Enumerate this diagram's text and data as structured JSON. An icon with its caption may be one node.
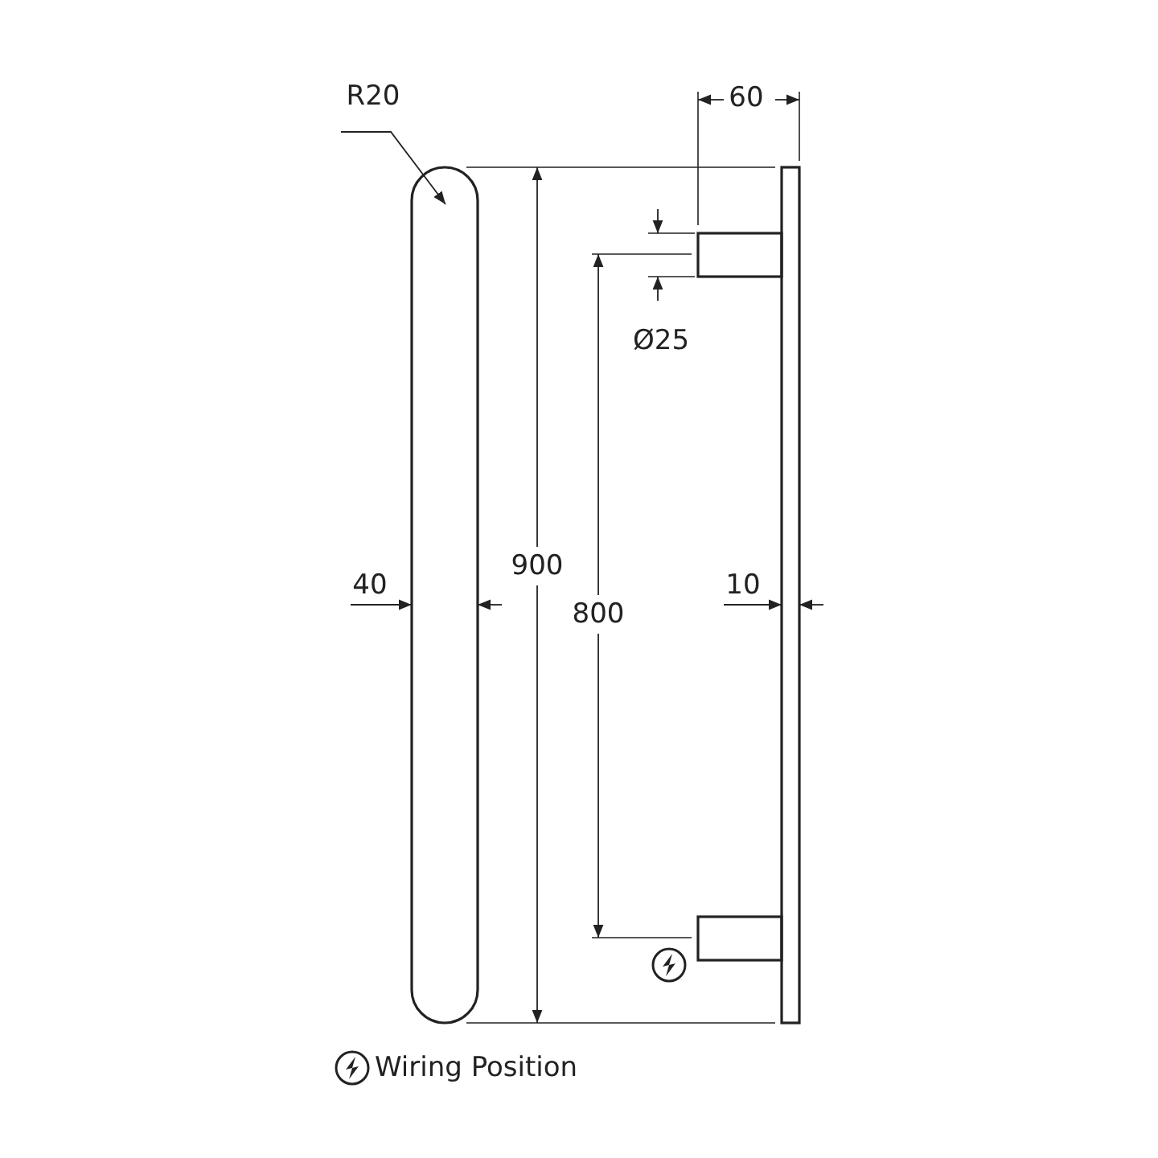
{
  "diagram": {
    "labels": [
      "R20",
      "60",
      "Ø25",
      "40",
      "900",
      "800",
      "10"
    ],
    "legend": [
      {
        "text": "Wiring Position"
      }
    ]
  }
}
